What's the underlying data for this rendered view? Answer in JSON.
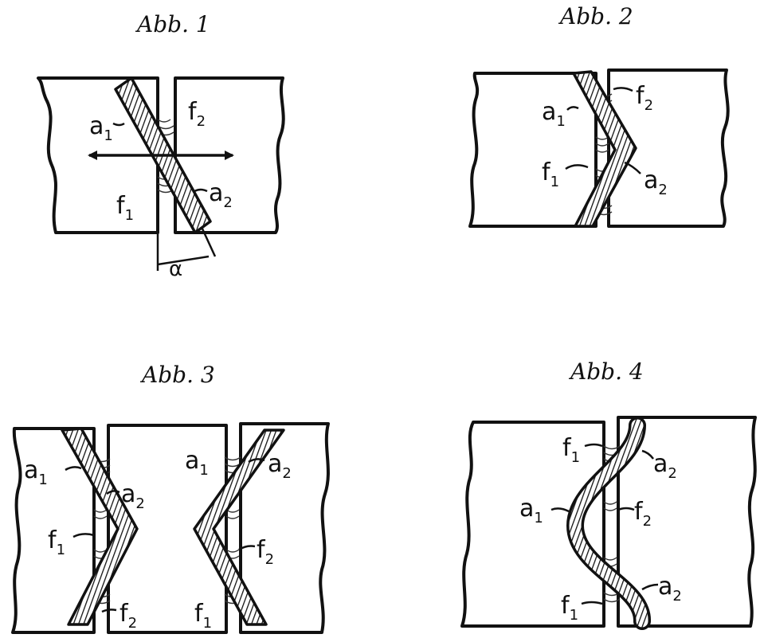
{
  "figures": [
    {
      "title": "Abb. 1",
      "labels": [
        {
          "id": "a1",
          "main": "a",
          "sub": "1"
        },
        {
          "id": "f2",
          "main": "f",
          "sub": "2"
        },
        {
          "id": "f1",
          "main": "f",
          "sub": "1"
        },
        {
          "id": "a2",
          "main": "a",
          "sub": "2"
        }
      ],
      "angle_symbol": "α"
    },
    {
      "title": "Abb. 2",
      "labels": [
        {
          "id": "a1",
          "main": "a",
          "sub": "1"
        },
        {
          "id": "f2",
          "main": "f",
          "sub": "2"
        },
        {
          "id": "f1",
          "main": "f",
          "sub": "1"
        },
        {
          "id": "a2",
          "main": "a",
          "sub": "2"
        }
      ]
    },
    {
      "title": "Abb. 3",
      "labels": [
        {
          "id": "a1-left",
          "main": "a",
          "sub": "1"
        },
        {
          "id": "a2-left",
          "main": "a",
          "sub": "2"
        },
        {
          "id": "f1-left",
          "main": "f",
          "sub": "1"
        },
        {
          "id": "f2-left",
          "main": "f",
          "sub": "2"
        },
        {
          "id": "a1-right",
          "main": "a",
          "sub": "1"
        },
        {
          "id": "a2-right",
          "main": "a",
          "sub": "2"
        },
        {
          "id": "f2-right",
          "main": "f",
          "sub": "2"
        },
        {
          "id": "f1-right",
          "main": "f",
          "sub": "1"
        }
      ]
    },
    {
      "title": "Abb. 4",
      "labels": [
        {
          "id": "f1-top",
          "main": "f",
          "sub": "1"
        },
        {
          "id": "a2-top",
          "main": "a",
          "sub": "2"
        },
        {
          "id": "a1",
          "main": "a",
          "sub": "1"
        },
        {
          "id": "f2",
          "main": "f",
          "sub": "2"
        },
        {
          "id": "a2-bottom",
          "main": "a",
          "sub": "2"
        },
        {
          "id": "f1-bottom",
          "main": "f",
          "sub": "1"
        }
      ]
    }
  ]
}
